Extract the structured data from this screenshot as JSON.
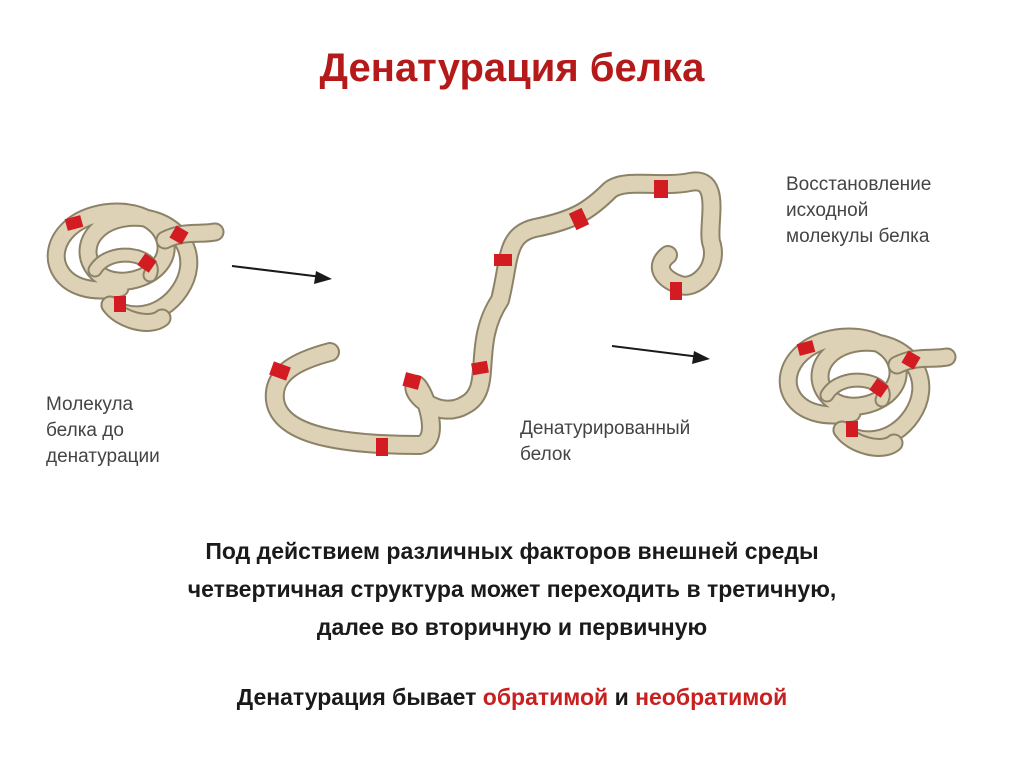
{
  "title": "Денатурация белка",
  "labels": {
    "native": [
      "Молекула",
      "белка до",
      "денатурации"
    ],
    "denatured": [
      "Денатурированный",
      "белок"
    ],
    "restored": [
      "Восстановление",
      "исходной",
      "молекулы белка"
    ]
  },
  "body": {
    "lines": [
      "Под действием различных факторов внешней среды",
      "четвертичная структура может переходить в третичную,",
      "далее во вторичную и первичную"
    ],
    "denaturation_prefix": "Денатурация бывает ",
    "reversible": "обратимой",
    "conjunction": " и ",
    "irreversible": "необратимой"
  },
  "colors": {
    "title": "#b51a1a",
    "strand": "#ddd2b6",
    "strand_outline": "#8c8268",
    "marker": "#d21c22",
    "emphasis": "#c8201f"
  }
}
